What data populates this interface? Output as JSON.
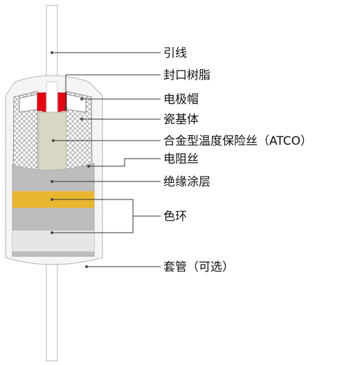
{
  "labels": {
    "lead_wire": "引线",
    "sealant": "封口树脂",
    "electrode_cap": "电极帽",
    "ceramic_body": "瓷基体",
    "alloy_fuse": "合金型温度保险丝（ATCO）",
    "resistance_wire": "电阻丝",
    "insulation_coating": "绝缘涂层",
    "color_ring": "色环",
    "sleeve": "套管（可选）"
  },
  "colors": {
    "electrode_cap": "#e30613",
    "color_band": "#e8b630",
    "coating": "#bdbdbd",
    "fuse_core": "#d9d7c4",
    "light_band": "#e6e6e6",
    "sleeve_outline": "#b5b5b5"
  }
}
